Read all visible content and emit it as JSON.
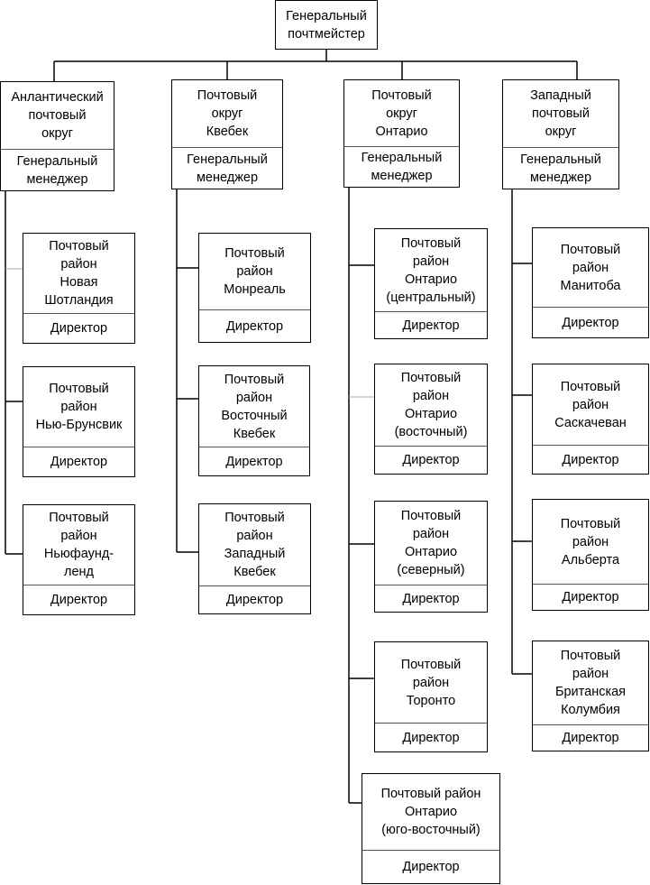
{
  "root": {
    "title": "Генеральный\nпочтмейстер"
  },
  "districts": [
    {
      "title": "Анлантический\nпочтовый\nокруг",
      "role": "Генеральный\nменеджер",
      "subs": [
        {
          "title": "Почтовый\nрайон\nНовая\nШотландия",
          "role": "Директор"
        },
        {
          "title": "Почтовый\nрайон\nНью-Брунсвик",
          "role": "Директор"
        },
        {
          "title": "Почтовый\nрайон\nНьюфаунд-\nленд",
          "role": "Директор"
        }
      ]
    },
    {
      "title": "Почтовый\nокруг\nКвебек",
      "role": "Генеральный\nменеджер",
      "subs": [
        {
          "title": "Почтовый\nрайон\nМонреаль",
          "role": "Директор"
        },
        {
          "title": "Почтовый\nрайон\nВосточный\nКвебек",
          "role": "Директор"
        },
        {
          "title": "Почтовый\nрайон\nЗападный\nКвебек",
          "role": "Директор"
        }
      ]
    },
    {
      "title": "Почтовый\nокруг\nОнтарио",
      "role": "Генеральный\nменеджер",
      "subs": [
        {
          "title": "Почтовый\nрайон\nОнтарио\n(центральный)",
          "role": "Директор"
        },
        {
          "title": "Почтовый\nрайон\nОнтарио\n(восточный)",
          "role": "Директор"
        },
        {
          "title": "Почтовый\nрайон\nОнтарио\n(северный)",
          "role": "Директор"
        },
        {
          "title": "Почтовый\nрайон\nТоронто",
          "role": "Директор"
        },
        {
          "title": "Почтовый район\nОнтарио\n(юго-восточный)",
          "role": "Директор"
        }
      ]
    },
    {
      "title": "Западный\nпочтовый\nокруг",
      "role": "Генеральный\nменеджер",
      "subs": [
        {
          "title": "Почтовый\nрайон\nМанитоба",
          "role": "Директор"
        },
        {
          "title": "Почтовый\nрайон\nСаскачеван",
          "role": "Директор"
        },
        {
          "title": "Почтовый\nрайон\nАльберта",
          "role": "Директор"
        },
        {
          "title": "Почтовый\nрайон\nБританская\nКолумбия",
          "role": "Директор"
        }
      ]
    }
  ]
}
